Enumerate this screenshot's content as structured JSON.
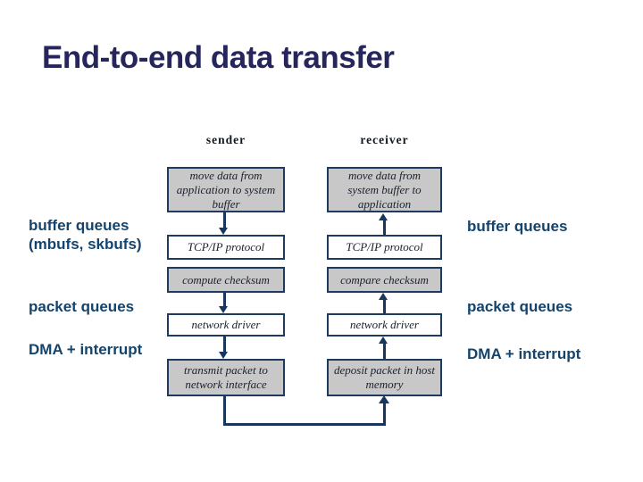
{
  "title": "End-to-end data transfer",
  "diagram": {
    "sender": {
      "header": "sender",
      "boxes": [
        {
          "text": "move data from application to system buffer",
          "fill": "gray"
        },
        {
          "text": "TCP/IP protocol",
          "fill": "white"
        },
        {
          "text": "compute checksum",
          "fill": "gray"
        },
        {
          "text": "network driver",
          "fill": "white"
        },
        {
          "text": "transmit packet to network interface",
          "fill": "gray"
        }
      ],
      "arrow_direction": "down"
    },
    "receiver": {
      "header": "receiver",
      "boxes": [
        {
          "text": "move data from system buffer to application",
          "fill": "gray"
        },
        {
          "text": "TCP/IP protocol",
          "fill": "white"
        },
        {
          "text": "compare checksum",
          "fill": "gray"
        },
        {
          "text": "network driver",
          "fill": "white"
        },
        {
          "text": "deposit packet in host memory",
          "fill": "gray"
        }
      ],
      "arrow_direction": "up"
    },
    "connector": "transmit packet to network interface -> deposit packet in host memory"
  },
  "labels": {
    "left": {
      "buffer_queues_line1": "buffer queues",
      "buffer_queues_line2": "(mbufs, skbufs)",
      "packet_queues": "packet queues",
      "dma_interrupt": "DMA + interrupt"
    },
    "right": {
      "buffer_queues": "buffer queues",
      "packet_queues": "packet queues",
      "dma_interrupt": "DMA + interrupt"
    }
  },
  "colors": {
    "background": "#FFFFFF",
    "title": "#26265C",
    "side_label": "#14436B",
    "header_text": "#101820",
    "box_border": "#1F3A5F",
    "box_fill_gray": "#C8C8C8",
    "box_fill_white": "#FFFFFF",
    "box_text": "#1B202C",
    "arrow": "#17375E"
  }
}
